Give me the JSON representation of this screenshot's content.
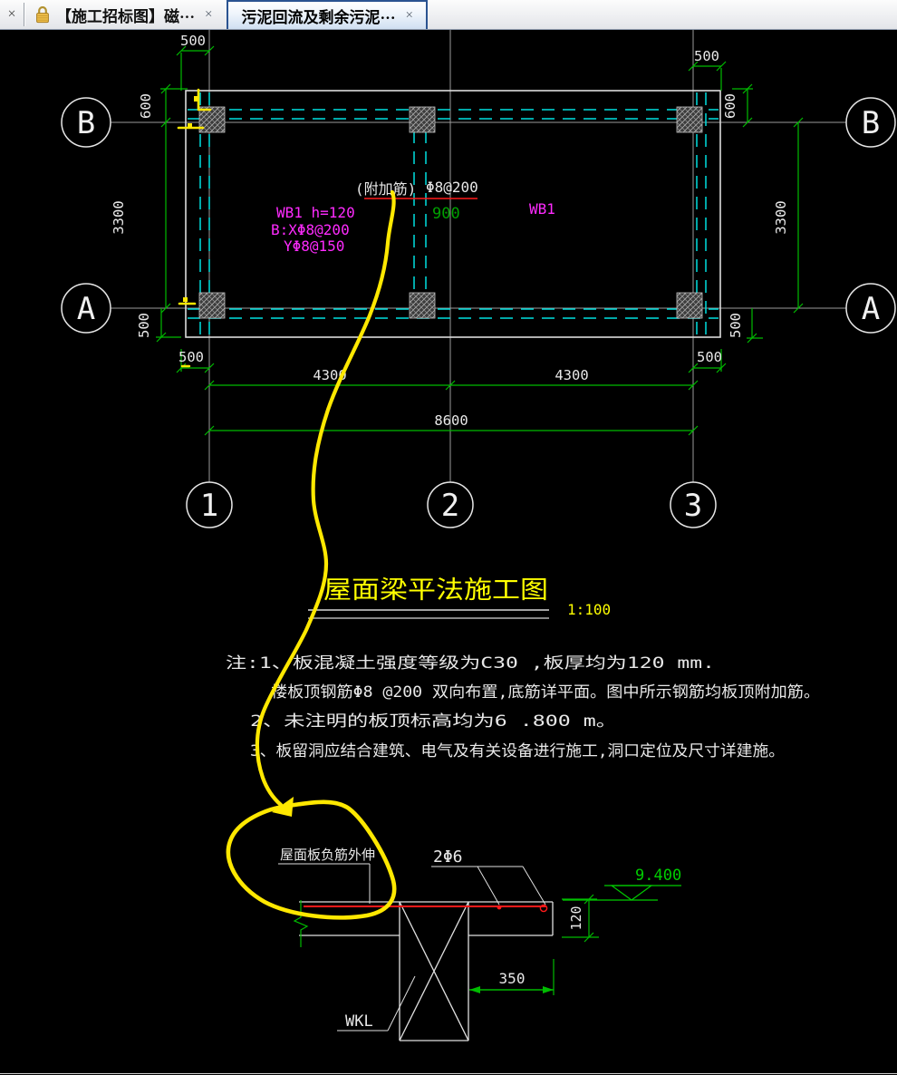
{
  "tab_bar": {
    "close_all_label": "×",
    "tabs": [
      {
        "label": "【施工招标图】磁···",
        "close_label": "×",
        "locked": true,
        "active": false
      },
      {
        "label": "污泥回流及剩余污泥···",
        "close_label": "×",
        "locked": false,
        "active": true
      }
    ]
  },
  "colors": {
    "canvas_bg": "#000000",
    "cad_white": "#e8e8e8",
    "dim_green": "#00bb00",
    "beam_cyan": "#00e0e0",
    "slab_magenta": "#ff2bff",
    "rebar_red": "#ff1a1a",
    "marker_yellow": "#ffe800",
    "active_tab_border": "#2a5391"
  },
  "plan": {
    "grids": {
      "b": "B",
      "a": "A",
      "n1": "1",
      "n2": "2",
      "n3": "3"
    },
    "dims": {
      "overhang500": "500",
      "edge600": "600",
      "bay3300": "3300",
      "span4300": "4300",
      "total8600": "8600",
      "spacing900": "900"
    },
    "labels": {
      "extra_rebar_note": "(附加筋)",
      "top_rebar": "Φ8@200",
      "slab_mark": "WB1 h=120",
      "slab_x_rebar": "B:XΦ8@200",
      "slab_y_rebar": "YΦ8@150",
      "slab_mark_right": "WB1"
    }
  },
  "title_block": {
    "title": "屋面梁平法施工图",
    "scale": "1:100"
  },
  "notes": {
    "line1": "注:1、板混凝土强度等级为C30 ,板厚均为120 mm.",
    "line2": "楼板顶钢筋Φ8 @200 双向布置,底筋详平面。图中所示钢筋均板顶附加筋。",
    "line3": "2、未注明的板顶标高均为6 .800 m。",
    "line4": "3、板留洞应结合建筑、电气及有关设备进行施工,洞口定位及尺寸详建施。"
  },
  "section": {
    "neg_rebar_label": "屋面板负筋外伸",
    "bars_label": "2Φ6",
    "elevation": "9.400",
    "thickness120": "120",
    "offset350": "350",
    "beam_label": "WKL"
  }
}
